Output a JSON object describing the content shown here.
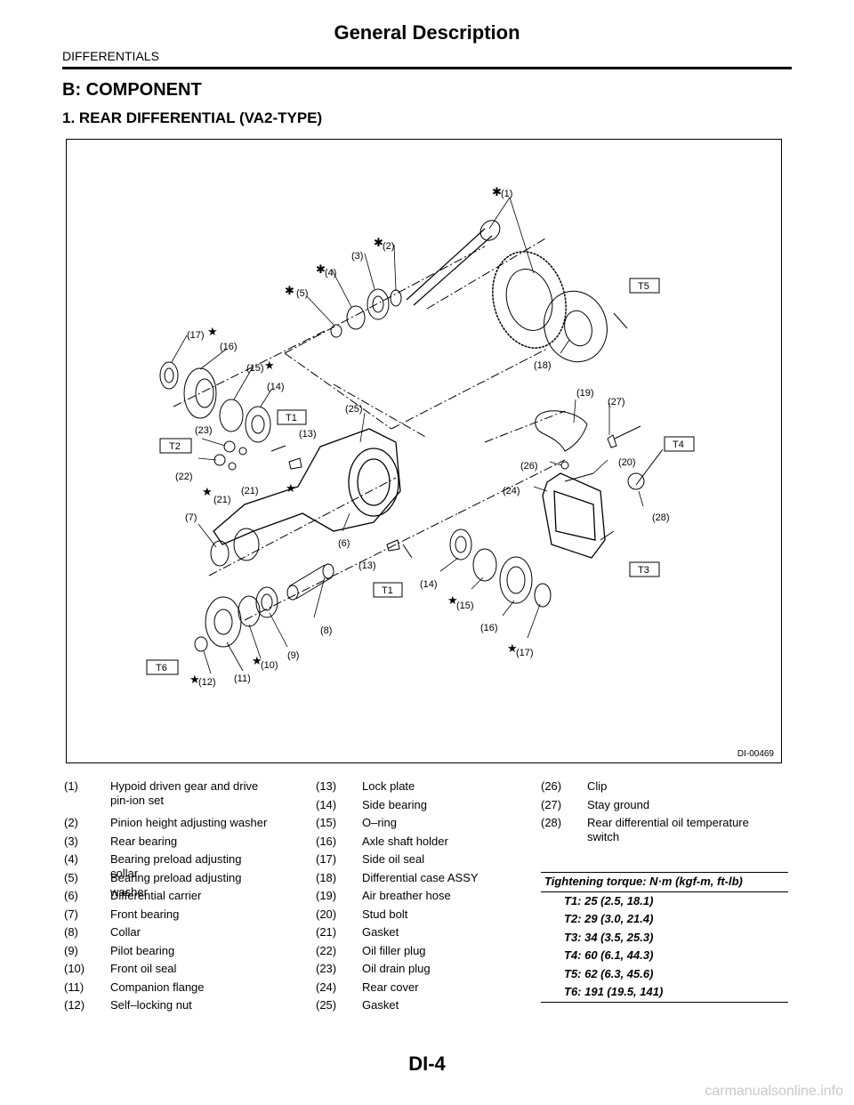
{
  "header": {
    "title": "General Description",
    "section": "DIFFERENTIALS"
  },
  "content": {
    "heading": "B:  COMPONENT",
    "subheading": "1.  REAR DIFFERENTIAL (VA2-TYPE)"
  },
  "figure": {
    "id": "DI-00469",
    "callouts": [
      "(1)",
      "(2)",
      "(3)",
      "(4)",
      "(5)",
      "(7)",
      "(6)",
      "(8)",
      "(9)",
      "(10)",
      "(11)",
      "(12)",
      "(13)",
      "(13)",
      "(14)",
      "(14)",
      "(15)",
      "(15)",
      "(16)",
      "(16)",
      "(17)",
      "(17)",
      "(18)",
      "(19)",
      "(20)",
      "(21)",
      "(21)",
      "(22)",
      "(23)",
      "(24)",
      "(25)",
      "(26)",
      "(27)",
      "(28)"
    ],
    "torque_tags": [
      "T1",
      "T1",
      "T2",
      "T3",
      "T4",
      "T5",
      "T6"
    ]
  },
  "legend": {
    "col1": [
      {
        "num": "(1)",
        "text": "Hypoid driven gear and drive pin-ion set"
      },
      {
        "num": "(2)",
        "text": "Pinion height adjusting washer"
      },
      {
        "num": "(3)",
        "text": "Rear bearing"
      },
      {
        "num": "(4)",
        "text": "Bearing preload adjusting collar"
      },
      {
        "num": "(5)",
        "text": "Bearing preload adjusting washer"
      },
      {
        "num": "(6)",
        "text": "Differential carrier"
      },
      {
        "num": "(7)",
        "text": "Front bearing"
      },
      {
        "num": "(8)",
        "text": "Collar"
      },
      {
        "num": "(9)",
        "text": "Pilot bearing"
      },
      {
        "num": "(10)",
        "text": "Front oil seal"
      },
      {
        "num": "(11)",
        "text": "Companion flange"
      },
      {
        "num": "(12)",
        "text": "Self–locking nut"
      }
    ],
    "col2": [
      {
        "num": "(13)",
        "text": "Lock plate"
      },
      {
        "num": "(14)",
        "text": "Side bearing"
      },
      {
        "num": "(15)",
        "text": "O–ring"
      },
      {
        "num": "(16)",
        "text": "Axle shaft holder"
      },
      {
        "num": "(17)",
        "text": "Side oil seal"
      },
      {
        "num": "(18)",
        "text": "Differential case ASSY"
      },
      {
        "num": "(19)",
        "text": "Air breather hose"
      },
      {
        "num": "(20)",
        "text": "Stud bolt"
      },
      {
        "num": "(21)",
        "text": "Gasket"
      },
      {
        "num": "(22)",
        "text": "Oil filler plug"
      },
      {
        "num": "(23)",
        "text": "Oil drain plug"
      },
      {
        "num": "(24)",
        "text": "Rear cover"
      },
      {
        "num": "(25)",
        "text": "Gasket"
      }
    ],
    "col3": [
      {
        "num": "(26)",
        "text": "Clip"
      },
      {
        "num": "(27)",
        "text": "Stay ground"
      },
      {
        "num": "(28)",
        "text": "Rear differential oil temperature switch"
      }
    ]
  },
  "torque": {
    "heading": "Tightening torque: N·m (kgf-m, ft-lb)",
    "values": [
      "T1:  25 (2.5, 18.1)",
      "T2:  29 (3.0, 21.4)",
      "T3:  34 (3.5, 25.3)",
      "T4:  60 (6.1, 44.3)",
      "T5:  62 (6.3, 45.6)",
      "T6:  191 (19.5, 141)"
    ]
  },
  "footer": {
    "page": "DI-4",
    "watermark": "carmanualsonline.info"
  }
}
